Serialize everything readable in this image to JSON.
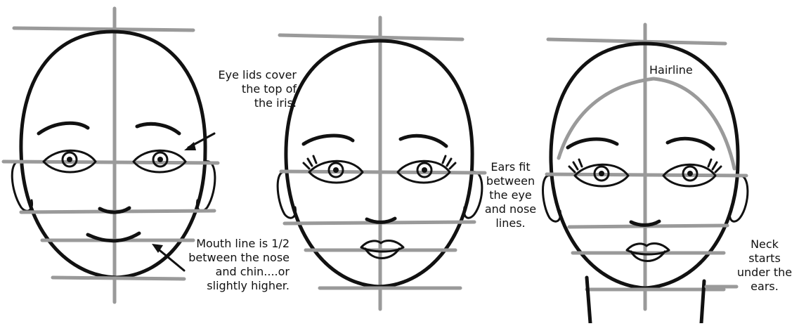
{
  "annotations": {
    "eye_lids": "Eye lids cover\nthe top of\nthe iris.",
    "mouth_line": "Mouth line is 1/2\nbetween the nose\nand chin....or\nslightly higher.",
    "ears": "Ears fit\nbetween\nthe eye\nand nose\nlines.",
    "hairline": "Hairline",
    "neck": "Neck\nstarts\nunder the\nears."
  },
  "colors": {
    "ink": "#111111",
    "guide_lines": "#9a9a9a",
    "background": "#ffffff"
  }
}
